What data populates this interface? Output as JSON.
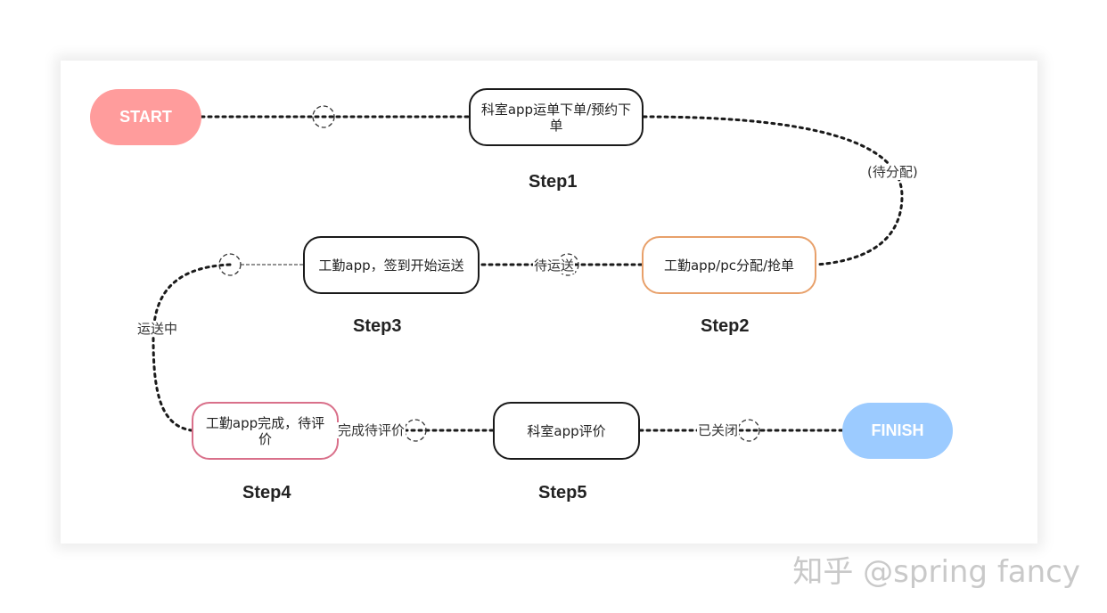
{
  "start": {
    "label": "START",
    "color": "#ff9c9c"
  },
  "finish": {
    "label": "FINISH",
    "color": "#9ccbff"
  },
  "nodes": {
    "step1": {
      "text": "科室app运单下单/预约下单",
      "step": "Step1",
      "border": "#1a1a1a"
    },
    "step2": {
      "text": "工勤app/pc分配/抢单",
      "step": "Step2",
      "border": "#e8a06a"
    },
    "step3": {
      "text": "工勤app，签到开始运送",
      "step": "Step3",
      "border": "#1a1a1a"
    },
    "step4": {
      "text": "工勤app完成，待评价",
      "step": "Step4",
      "border": "#d9708a"
    },
    "step5": {
      "text": "科室app评价",
      "step": "Step5",
      "border": "#1a1a1a"
    }
  },
  "edges": {
    "to_step2": "(待分配)",
    "to_step3": "待运送",
    "to_step4": "运送中",
    "to_step5": "完成待评价",
    "to_finish": "已关闭"
  },
  "watermark": "知乎 @spring fancy"
}
